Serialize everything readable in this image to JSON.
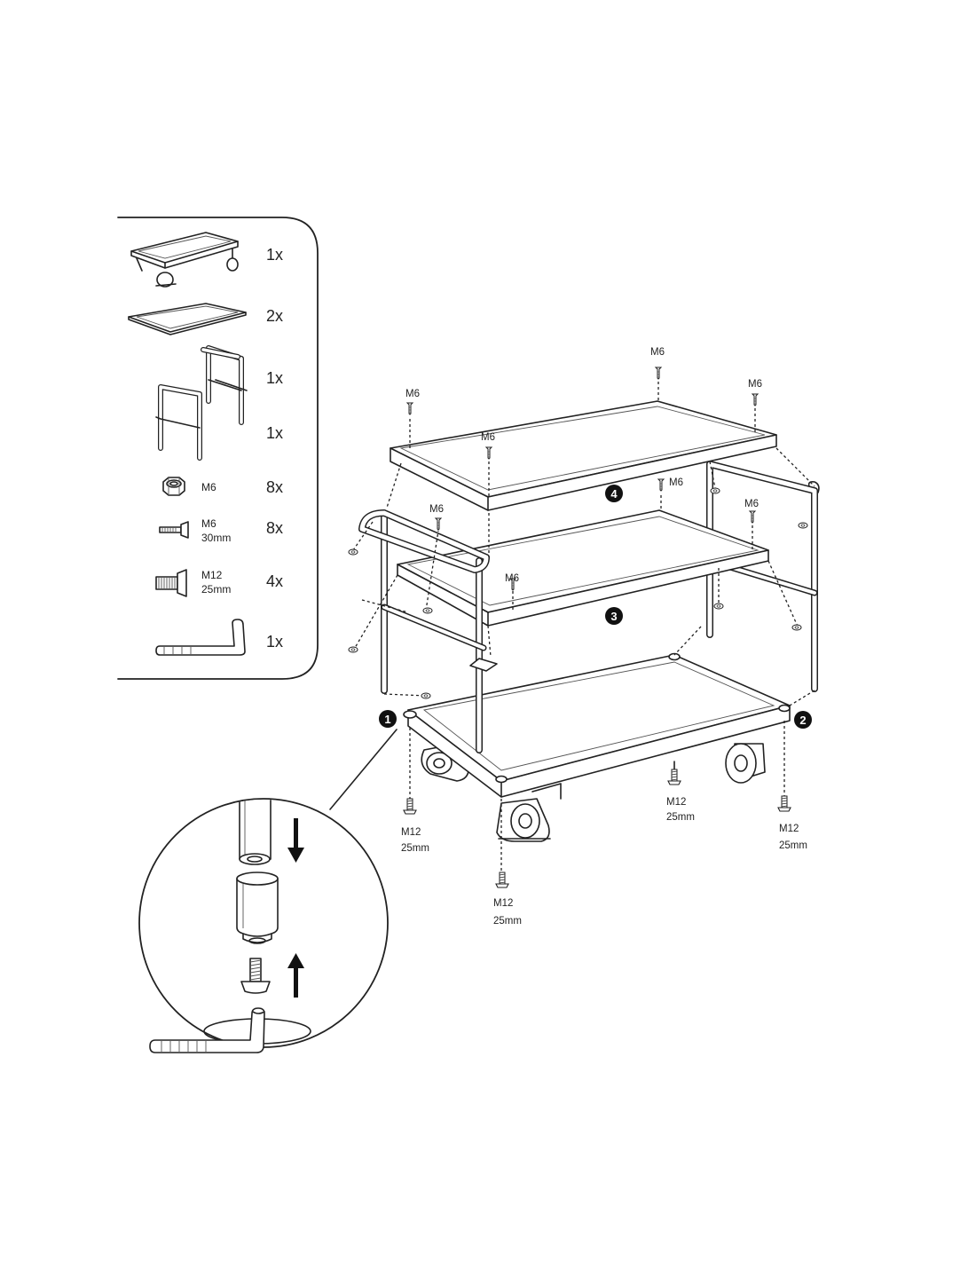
{
  "parts": {
    "cart_base_qty": "1x",
    "shelf_qty": "2x",
    "frame_a_qty": "1x",
    "frame_b_qty": "1x",
    "nut_label": "M6",
    "nut_qty": "8x",
    "screw_label": "M6",
    "screw_length": "30mm",
    "screw_qty": "8x",
    "bolt_label": "M12",
    "bolt_length": "25mm",
    "bolt_qty": "4x",
    "hex_key_qty": "1x"
  },
  "callouts": {
    "m6": "M6",
    "m12": "M12",
    "m12_length": "25mm"
  },
  "steps": {
    "one": "1",
    "two": "2",
    "three": "3",
    "four": "4"
  },
  "icons": [
    "cart-base-icon",
    "shelf-icon",
    "frame-icon",
    "nut-icon",
    "screw-icon",
    "bolt-icon",
    "hex-key-icon",
    "arrow-down-icon",
    "arrow-up-icon"
  ]
}
